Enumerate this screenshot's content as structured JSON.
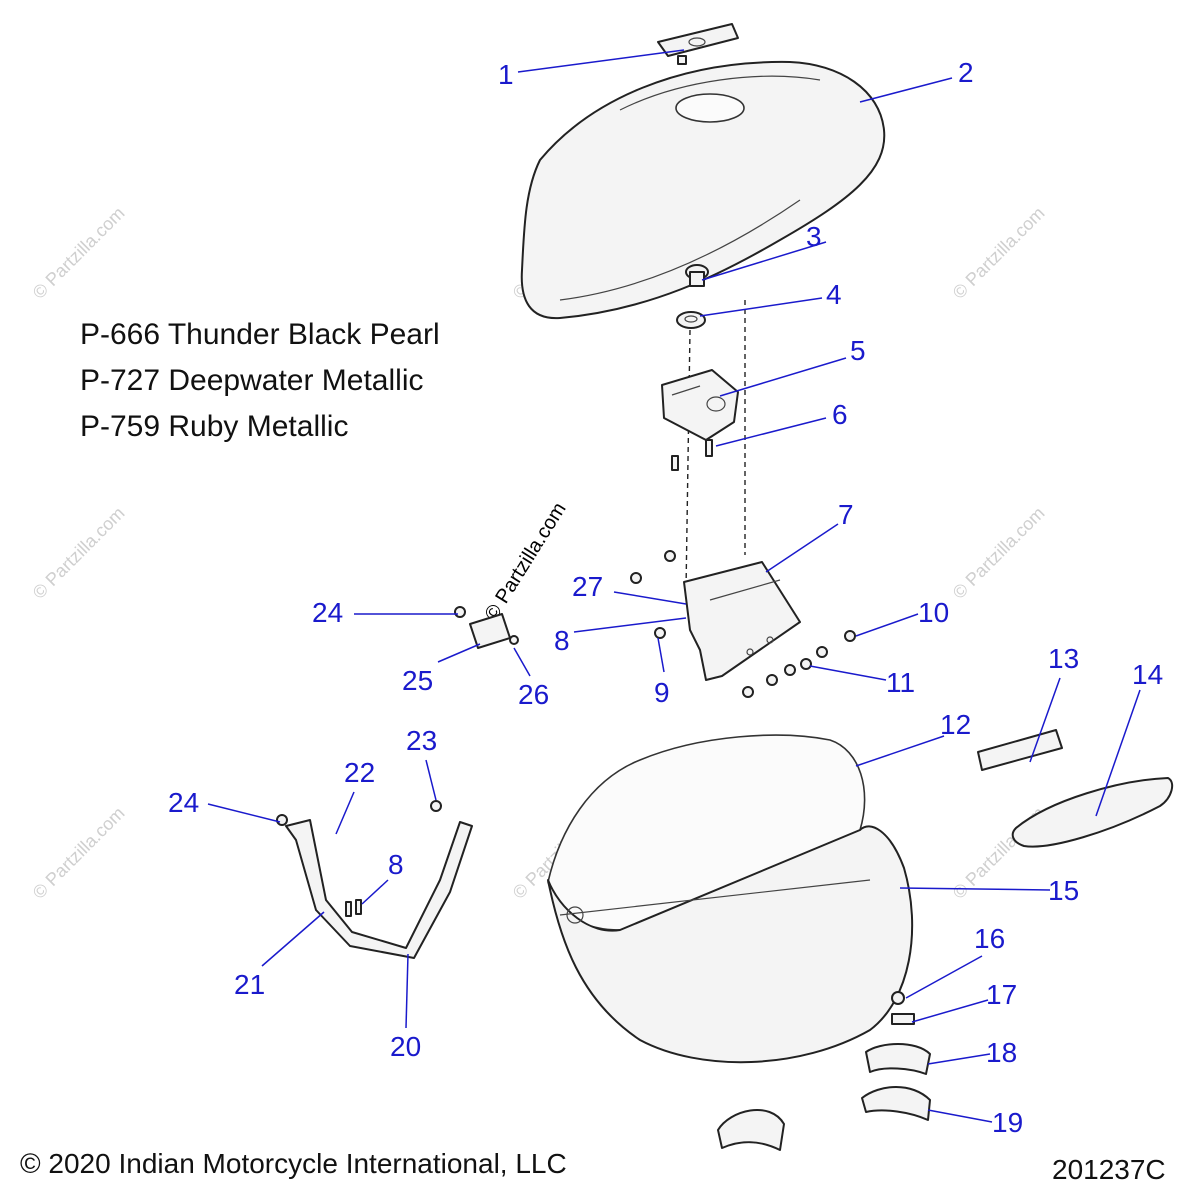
{
  "paint_codes": [
    "P-666 Thunder Black Pearl",
    "P-727 Deepwater Metallic",
    "P-759 Ruby Metallic"
  ],
  "callouts": [
    "1",
    "2",
    "3",
    "4",
    "5",
    "6",
    "7",
    "8",
    "9",
    "10",
    "11",
    "12",
    "13",
    "14",
    "15",
    "16",
    "17",
    "18",
    "19",
    "20",
    "21",
    "22",
    "23",
    "24",
    "25",
    "26",
    "27",
    "8",
    "24"
  ],
  "watermark_text": "© Partzilla.com",
  "copyright": "© 2020 Indian Motorcycle International, LLC",
  "diagram_id": "201237C",
  "colors": {
    "callout": "#1a1acc",
    "line": "#222222"
  }
}
